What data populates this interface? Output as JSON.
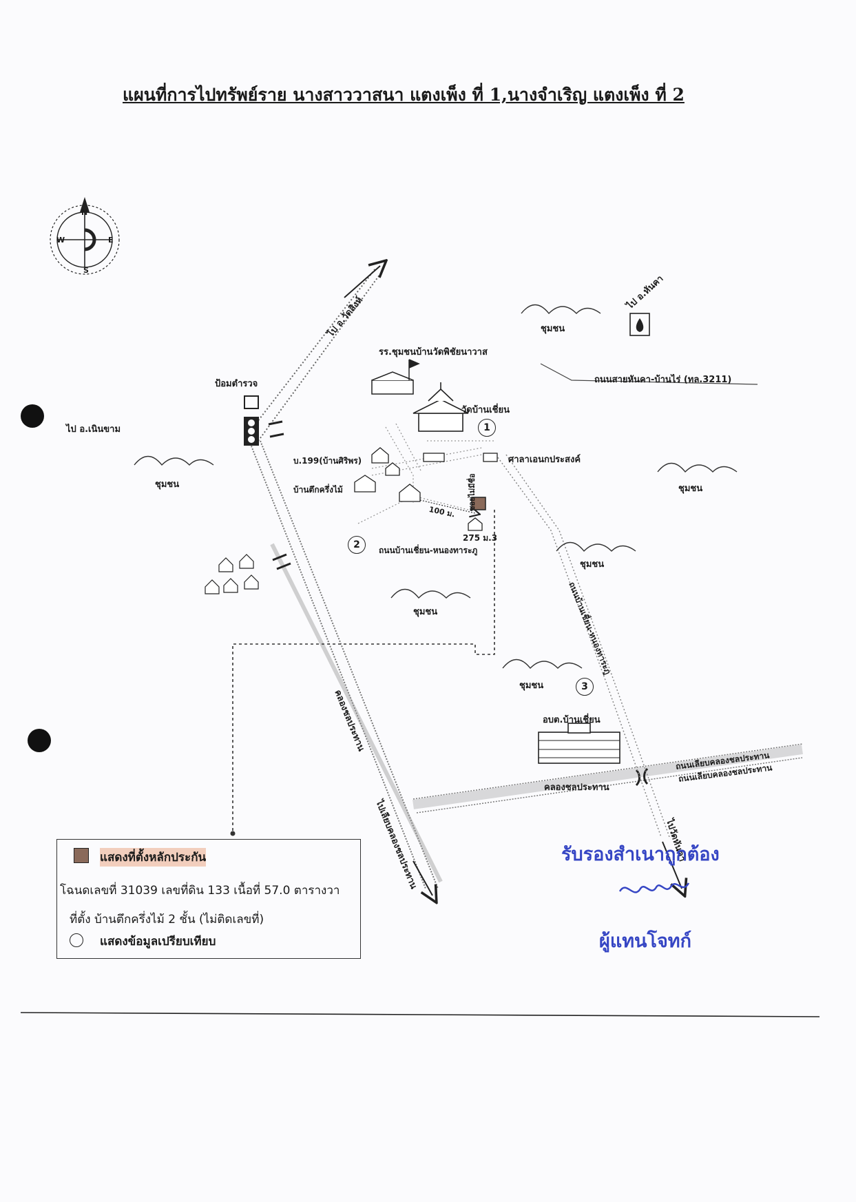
{
  "title": "แผนที่การไปทรัพย์ราย นางสาววาสนา แตงเพ็ง ที่ 1,นางจำเริญ แตงเพ็ง ที่ 2",
  "compass": {
    "n": "N",
    "e": "E",
    "s": "S",
    "w": "W"
  },
  "labels": {
    "to_kusuman": "ไป อ.วัดสิงห์",
    "to_hankha": "ไป อ.หันคา",
    "to_noenkham": "ไป อ.เนินขาม",
    "police": "ป้อมตำรวจ",
    "school": "รร.ชุมชนบ้านวัดพิชัยนาวาส",
    "road_3211": "ถนนสายหันคา-บ้านไร่ (ทล.3211)",
    "temple": "วัดบ้านเชี่ยน",
    "sala": "ศาลาเอนกประสงค์",
    "house_199": "บ.199(บ้านศิริพร)",
    "house_wood": "บ้านตึกครึ่งไม้",
    "soi": "ซอยไม่มีชื่อ",
    "dist": "100 ม.",
    "house_275": "275 ม.3",
    "road_nongkrapu": "ถนนบ้านเชี่ยน-หนองทาระภู",
    "road_nongkrapu2": "ถนนบ้านเชี่ยน-หนองทาระภู",
    "canal": "คลองชลประทาน",
    "canal2": "คลองชลประทาน",
    "to_lakeside": "ไปเลียบคลองชลประทาน",
    "to_wat": "ไปวัดหันคา",
    "abt": "อบต.บ้านเชี่ยน",
    "road_canal_1": "ถนนเลียบคลองชลประทาน",
    "road_canal_2": "ถนนเลียบคลองชลประทาน",
    "community": "ชุมชน"
  },
  "markers": {
    "one": "1",
    "two": "2",
    "three": "3"
  },
  "legend": {
    "collateral": "แสดงที่ตั้งหลักประกัน",
    "deed": "โฉนดเลขที่ 31039 เลขที่ดิน 133 เนื้อที่ 57.0 ตารางวา",
    "location": "ที่ตั้ง บ้านตึกครึ่งไม้ 2 ชั้น (ไม่ติดเลขที่)",
    "compare": "แสดงข้อมูลเปรียบเทียบ"
  },
  "stamp": {
    "certified": "รับรองสำเนาถูกต้อง",
    "plaintiff": "ผู้แทนโจทก์"
  },
  "colors": {
    "stamp": "#3646c4",
    "highlight": "#e6966e"
  }
}
